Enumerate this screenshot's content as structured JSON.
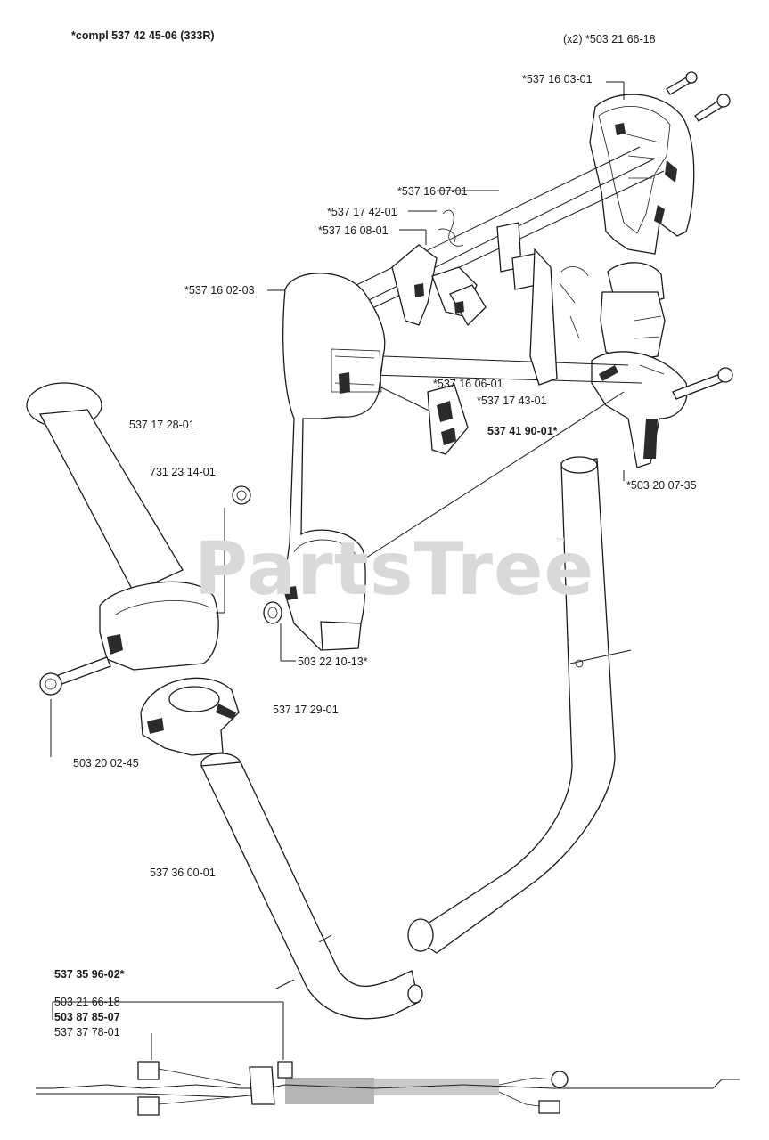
{
  "labels": {
    "compl": "*compl 537 42 45-06 (333R)",
    "x2": "(x2) *503 21 66-18",
    "p_537160301": "*537 16 03-01",
    "p_537160701": "*537 16 07-01",
    "p_537174201": "*537 17 42-01",
    "p_537160801": "*537 16 08-01",
    "p_537160203": "*537 16 02-03",
    "p_537172801": "537 17 28-01",
    "p_537160601": "*537 16 06-01",
    "p_537174301": "*537 17 43-01",
    "p_537419001": "537 41 90-01*",
    "p_731231401": "731 23 14-01",
    "p_503200735": "*503 20 07-35",
    "p_503221013": "503 22 10-13*",
    "p_537172901": "537 17 29-01",
    "p_503200245": "503 20 02-45",
    "p_537360001": "537 36 00-01",
    "p_537359602": "537 35 96-02*",
    "p_503216618": "503 21 66-18",
    "p_503878507": "503 87 85-07",
    "p_537377801": "537 37 78-01"
  },
  "watermark": {
    "text": "PartsTree",
    "trademark": "™"
  }
}
